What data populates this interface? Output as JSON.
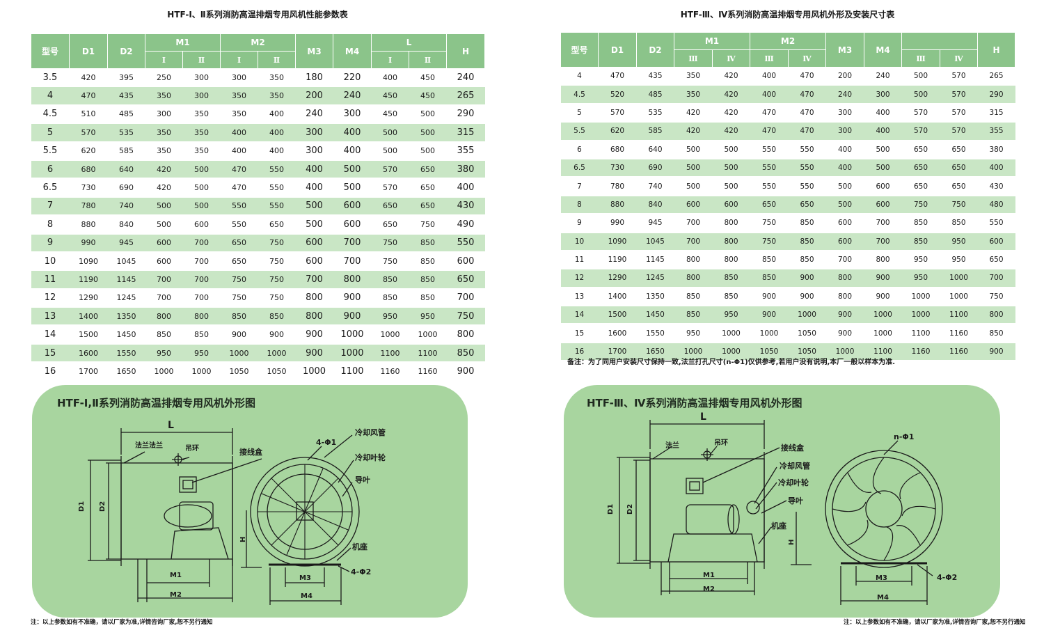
{
  "left": {
    "title": "HTF-Ⅰ、Ⅱ系列消防高温排烟专用风机性能参数表",
    "headers": {
      "model": "型号",
      "d1": "D1",
      "d2": "D2",
      "m1": "M1",
      "m2": "M2",
      "m3": "M3",
      "m4": "M4",
      "l": "L",
      "h": "H",
      "s1": "Ⅰ",
      "s2": "Ⅱ"
    },
    "rows": [
      [
        "3.5",
        "420",
        "395",
        "250",
        "300",
        "300",
        "350",
        "180",
        "220",
        "400",
        "450",
        "240"
      ],
      [
        "4",
        "470",
        "435",
        "350",
        "300",
        "350",
        "350",
        "200",
        "240",
        "450",
        "450",
        "265"
      ],
      [
        "4.5",
        "510",
        "485",
        "300",
        "350",
        "350",
        "400",
        "240",
        "300",
        "450",
        "500",
        "290"
      ],
      [
        "5",
        "570",
        "535",
        "350",
        "350",
        "400",
        "400",
        "300",
        "400",
        "500",
        "500",
        "315"
      ],
      [
        "5.5",
        "620",
        "585",
        "350",
        "350",
        "400",
        "400",
        "300",
        "400",
        "500",
        "500",
        "355"
      ],
      [
        "6",
        "680",
        "640",
        "420",
        "500",
        "470",
        "550",
        "400",
        "500",
        "570",
        "650",
        "380"
      ],
      [
        "6.5",
        "730",
        "690",
        "420",
        "500",
        "470",
        "550",
        "400",
        "500",
        "570",
        "650",
        "400"
      ],
      [
        "7",
        "780",
        "740",
        "500",
        "500",
        "550",
        "550",
        "500",
        "600",
        "650",
        "650",
        "430"
      ],
      [
        "8",
        "880",
        "840",
        "500",
        "600",
        "550",
        "650",
        "500",
        "600",
        "650",
        "750",
        "490"
      ],
      [
        "9",
        "990",
        "945",
        "600",
        "700",
        "650",
        "750",
        "600",
        "700",
        "750",
        "850",
        "550"
      ],
      [
        "10",
        "1090",
        "1045",
        "600",
        "700",
        "650",
        "750",
        "600",
        "700",
        "750",
        "850",
        "600"
      ],
      [
        "11",
        "1190",
        "1145",
        "700",
        "700",
        "750",
        "750",
        "700",
        "800",
        "850",
        "850",
        "650"
      ],
      [
        "12",
        "1290",
        "1245",
        "700",
        "700",
        "750",
        "750",
        "800",
        "900",
        "850",
        "850",
        "700"
      ],
      [
        "13",
        "1400",
        "1350",
        "800",
        "800",
        "850",
        "850",
        "800",
        "900",
        "950",
        "950",
        "750"
      ],
      [
        "14",
        "1500",
        "1450",
        "850",
        "850",
        "900",
        "900",
        "900",
        "1000",
        "1000",
        "1000",
        "800"
      ],
      [
        "15",
        "1600",
        "1550",
        "950",
        "950",
        "1000",
        "1000",
        "900",
        "1000",
        "1100",
        "1100",
        "850"
      ],
      [
        "16",
        "1700",
        "1650",
        "1000",
        "1000",
        "1050",
        "1050",
        "1000",
        "1100",
        "1160",
        "1160",
        "900"
      ]
    ],
    "panel_title": "HTF-Ⅰ,Ⅱ系列消防高温排烟专用风机外形图",
    "diagram": {
      "L": "L",
      "flange": "法兰法兰",
      "ring": "吊环",
      "box": "接线盒",
      "hole": "4-Φ1",
      "duct": "冷却风管",
      "impeller": "冷却叶轮",
      "vane": "导叶",
      "base": "机座",
      "foot": "4-Φ2",
      "D1": "D1",
      "D2": "D2",
      "H": "H",
      "M1": "M1",
      "M2": "M2",
      "M3": "M3",
      "M4": "M4"
    },
    "note": "注：以上参数如有不准确，请以厂家为准,详情咨询厂家,恕不另行通知"
  },
  "right": {
    "title": "HTF-Ⅲ、Ⅳ系列消防高温排烟专用风机外形及安装尺寸表",
    "headers": {
      "model": "型号",
      "d1": "D1",
      "d2": "D2",
      "m1": "M1",
      "m2": "M2",
      "m3": "M3",
      "m4": "M4",
      "h": "H",
      "s3": "Ⅲ",
      "s4": "Ⅳ"
    },
    "rows": [
      [
        "4",
        "470",
        "435",
        "350",
        "420",
        "400",
        "470",
        "200",
        "240",
        "500",
        "570",
        "265"
      ],
      [
        "4.5",
        "520",
        "485",
        "350",
        "420",
        "400",
        "470",
        "240",
        "300",
        "500",
        "570",
        "290"
      ],
      [
        "5",
        "570",
        "535",
        "420",
        "420",
        "470",
        "470",
        "300",
        "400",
        "570",
        "570",
        "315"
      ],
      [
        "5.5",
        "620",
        "585",
        "420",
        "420",
        "470",
        "470",
        "300",
        "400",
        "570",
        "570",
        "355"
      ],
      [
        "6",
        "680",
        "640",
        "500",
        "500",
        "550",
        "550",
        "400",
        "500",
        "650",
        "650",
        "380"
      ],
      [
        "6.5",
        "730",
        "690",
        "500",
        "500",
        "550",
        "550",
        "400",
        "500",
        "650",
        "650",
        "400"
      ],
      [
        "7",
        "780",
        "740",
        "500",
        "500",
        "550",
        "550",
        "500",
        "600",
        "650",
        "650",
        "430"
      ],
      [
        "8",
        "880",
        "840",
        "600",
        "600",
        "650",
        "650",
        "500",
        "600",
        "750",
        "750",
        "480"
      ],
      [
        "9",
        "990",
        "945",
        "700",
        "800",
        "750",
        "850",
        "600",
        "700",
        "850",
        "850",
        "550"
      ],
      [
        "10",
        "1090",
        "1045",
        "700",
        "800",
        "750",
        "850",
        "600",
        "700",
        "850",
        "950",
        "600"
      ],
      [
        "11",
        "1190",
        "1145",
        "800",
        "800",
        "850",
        "850",
        "700",
        "800",
        "950",
        "950",
        "650"
      ],
      [
        "12",
        "1290",
        "1245",
        "800",
        "850",
        "850",
        "900",
        "800",
        "900",
        "950",
        "1000",
        "700"
      ],
      [
        "13",
        "1400",
        "1350",
        "850",
        "850",
        "900",
        "900",
        "800",
        "900",
        "1000",
        "1000",
        "750"
      ],
      [
        "14",
        "1500",
        "1450",
        "850",
        "950",
        "900",
        "1000",
        "900",
        "1000",
        "1000",
        "1100",
        "800"
      ],
      [
        "15",
        "1600",
        "1550",
        "950",
        "1000",
        "1000",
        "1050",
        "900",
        "1000",
        "1100",
        "1160",
        "850"
      ],
      [
        "16",
        "1700",
        "1650",
        "1000",
        "1000",
        "1050",
        "1050",
        "1000",
        "1100",
        "1160",
        "1160",
        "900"
      ]
    ],
    "remark": "备注：为了同用户安装尺寸保持一致,法兰打孔尺寸(n-Φ1)仅供参考,若用户没有说明,本厂一般以样本为准.",
    "panel_title": "HTF-Ⅲ、Ⅳ系列消防高温排烟专用风机外形图",
    "diagram": {
      "L": "L",
      "flange": "法兰",
      "ring": "吊环",
      "box": "接线盒",
      "hole": "n-Φ1",
      "duct": "冷却风管",
      "impeller": "冷却叶轮",
      "vane": "导叶",
      "base": "机座",
      "foot": "4-Φ2",
      "D1": "D1",
      "D2": "D2",
      "H": "H",
      "M1": "M1",
      "M2": "M2",
      "M3": "M3",
      "M4": "M4"
    },
    "note": "注：以上参数如有不准确，请以厂家为准,详情咨询厂家,恕不另行通知"
  },
  "colors": {
    "header": "#8bc48a",
    "stripe": "#c9e6c5",
    "panel": "#a8d59f"
  }
}
